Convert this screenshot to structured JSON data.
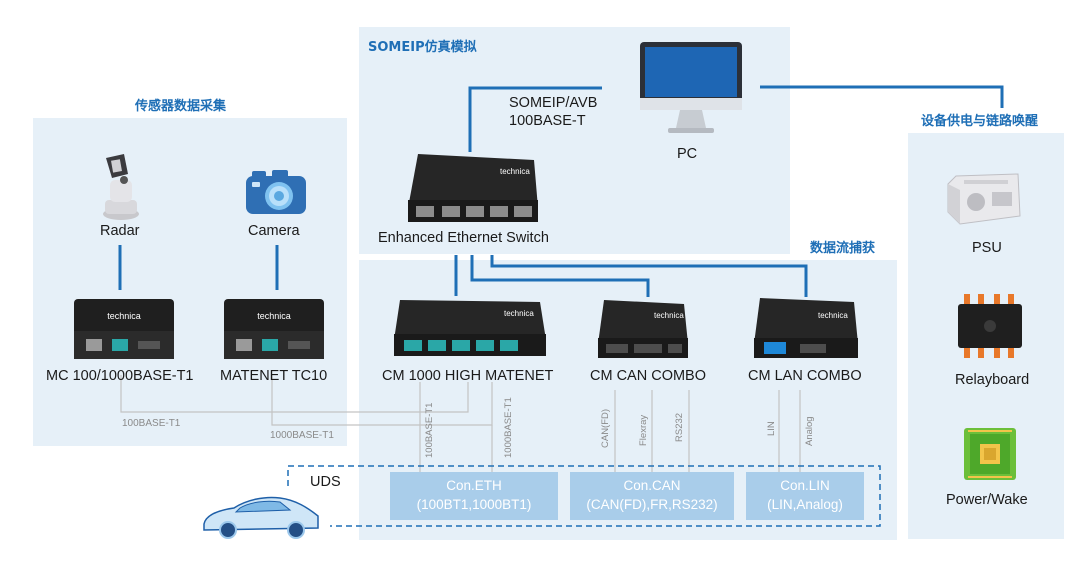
{
  "panels": {
    "sensor_title": "传感器数据采集",
    "someip_title": "SOMEIP仿真模拟",
    "capture_title": "数据流捕获",
    "power_title": "设备供电与链路唤醒"
  },
  "devices": {
    "radar": "Radar",
    "camera": "Camera",
    "mc": "MC 100/1000BASE-T1",
    "matenet": "MATENET TC10",
    "switch": "Enhanced Ethernet Switch",
    "pc": "PC",
    "cm1000": "CM 1000 HIGH MATENET",
    "cmcan": "CM CAN COMBO",
    "cmlan": "CM LAN COMBO",
    "psu": "PSU",
    "relay": "Relayboard",
    "power": "Power/Wake"
  },
  "links": {
    "someip_line1": "SOMEIP/AVB",
    "someip_line2": "100BASE-T",
    "bt1_100": "100BASE-T1",
    "bt1_1000": "1000BASE-T1",
    "v_100bt1": "100BASE-T1",
    "v_1000bt1": "1000BASE-T1",
    "v_canfd": "CAN(FD)",
    "v_flexray": "Flexray",
    "v_rs232": "RS232",
    "v_lin": "LIN",
    "v_analog": "Analog",
    "uds": "UDS"
  },
  "connectors": {
    "eth_line1": "Con.ETH",
    "eth_line2": "(100BT1,1000BT1)",
    "can_line1": "Con.CAN",
    "can_line2": "(CAN(FD),FR,RS232)",
    "lin_line1": "Con.LIN",
    "lin_line2": "(LIN,Analog)"
  },
  "brand": "technica",
  "colors": {
    "panel": "#e6f0f8",
    "title": "#1f6fb6",
    "wire": "#1f6fb6",
    "grey_wire": "#bfbfbf",
    "connector": "#a9cdea",
    "device": "#1e1e1e"
  }
}
